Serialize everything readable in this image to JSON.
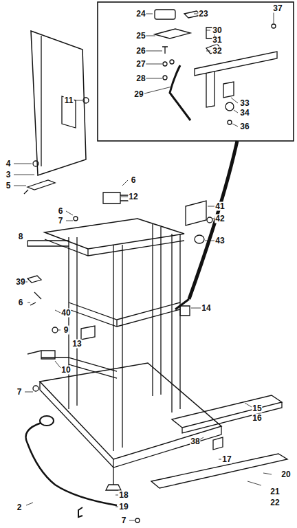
{
  "diagram": {
    "labels": [
      "24",
      "23",
      "25",
      "37",
      "30",
      "31",
      "32",
      "26",
      "27",
      "28",
      "29",
      "33",
      "34",
      "36",
      "11",
      "4",
      "3",
      "5",
      "6",
      "12",
      "6",
      "7",
      "41",
      "42",
      "43",
      "8",
      "39",
      "6",
      "40",
      "9",
      "13",
      "14",
      "10",
      "7",
      "15",
      "16",
      "38",
      "17",
      "20",
      "21",
      "22",
      "18",
      "19",
      "7",
      "2"
    ]
  }
}
